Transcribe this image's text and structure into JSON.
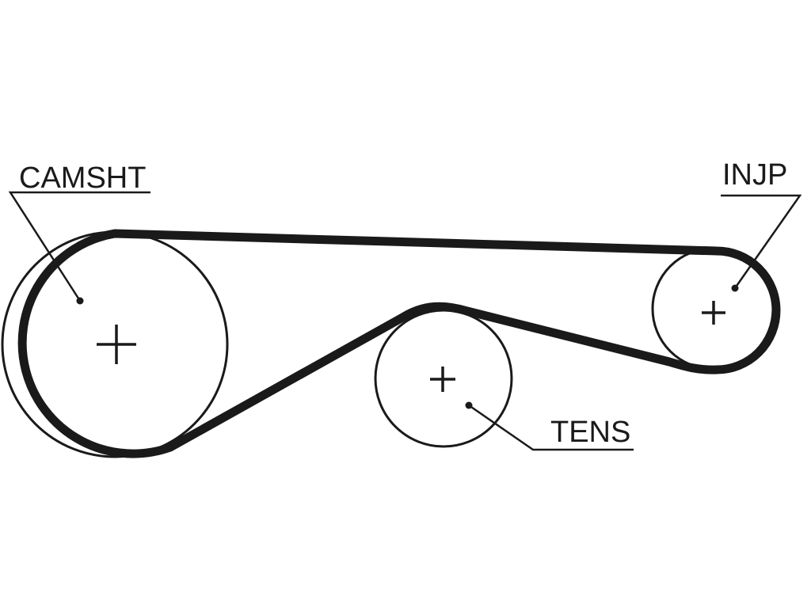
{
  "labels": {
    "camshaft": "CAMSHT",
    "injection_pump": "INJP",
    "tensioner": "TENS"
  },
  "colors": {
    "ink": "#1a1a1a",
    "background": "#ffffff"
  }
}
